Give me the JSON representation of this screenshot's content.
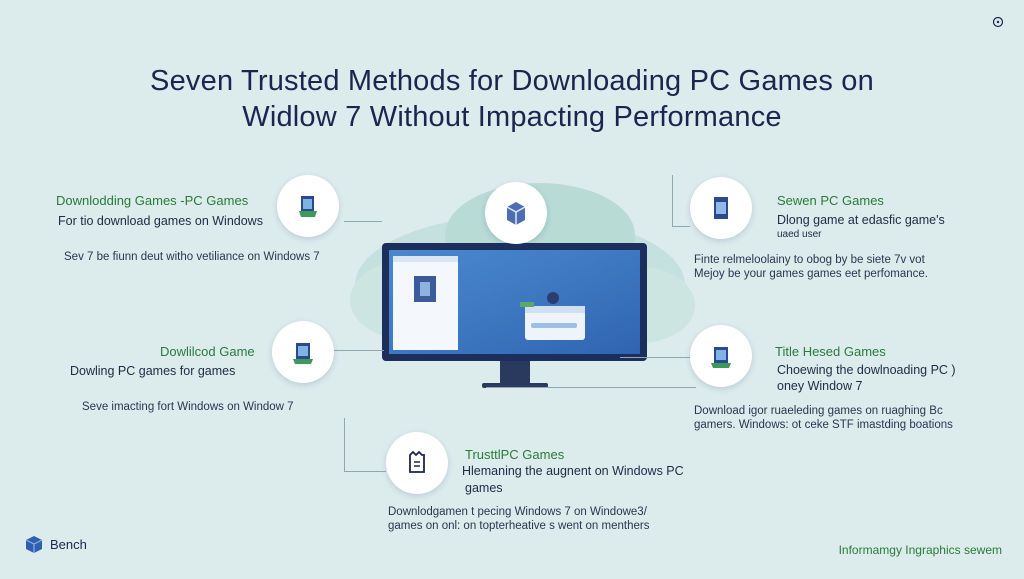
{
  "title": {
    "line1": "Seven Trusted Methods for Downloading PC Games on",
    "line2": "Widlow 7 Without Impacting Performance"
  },
  "corner_icon": "info-icon",
  "items": [
    {
      "icon": "game-box-icon",
      "heading": "Downlodding Games -PC Games",
      "subtitle": "For tio download games on Windows",
      "description": "Sev 7 be fiunn deut witho vetiliance on  Windows 7"
    },
    {
      "icon": "game-box-icon",
      "heading": "Dowlilcod Game",
      "subtitle": "Dowling PC games  for  games",
      "description": "Seve imacting fort  Windows  on Window 7"
    },
    {
      "icon": "game-box-icon",
      "heading": "TrusttlPC Games",
      "subtitle": "Hlemaning the augnent  on Windows PC",
      "subtitle2": "games",
      "description": "Downlodgamen  t pecing Windows 7 on Windowe3/",
      "description2": "games on onl: on topterheative s went on menthers"
    },
    {
      "icon": "game-box-icon",
      "heading": "Sewen PC Games",
      "subtitle": "Dlong game at edasfic game's",
      "subtitle2": "uaed user",
      "description": "Finte relmeloolainy to obog  by be siete 7v vot",
      "description2": "Mejoy be your games games eet perfomance."
    },
    {
      "icon": "game-box-icon",
      "heading": "Title Hesed Games",
      "subtitle": "Choewing the dowlnoading PC )",
      "subtitle2": "oney Window 7",
      "description": "Download igor ruaeleding games on ruaghing Bc",
      "description2": "gamers.  Windows: ot ceke  STF  imastding boations"
    }
  ],
  "brand": {
    "name": "Bench",
    "icon": "cube-logo-icon"
  },
  "footer": "Informamgy Ingraphics sewem",
  "colors": {
    "background": "#dcebec",
    "heading": "#2a7a3a",
    "title": "#1b2550",
    "accent": "#2f6fd6"
  }
}
